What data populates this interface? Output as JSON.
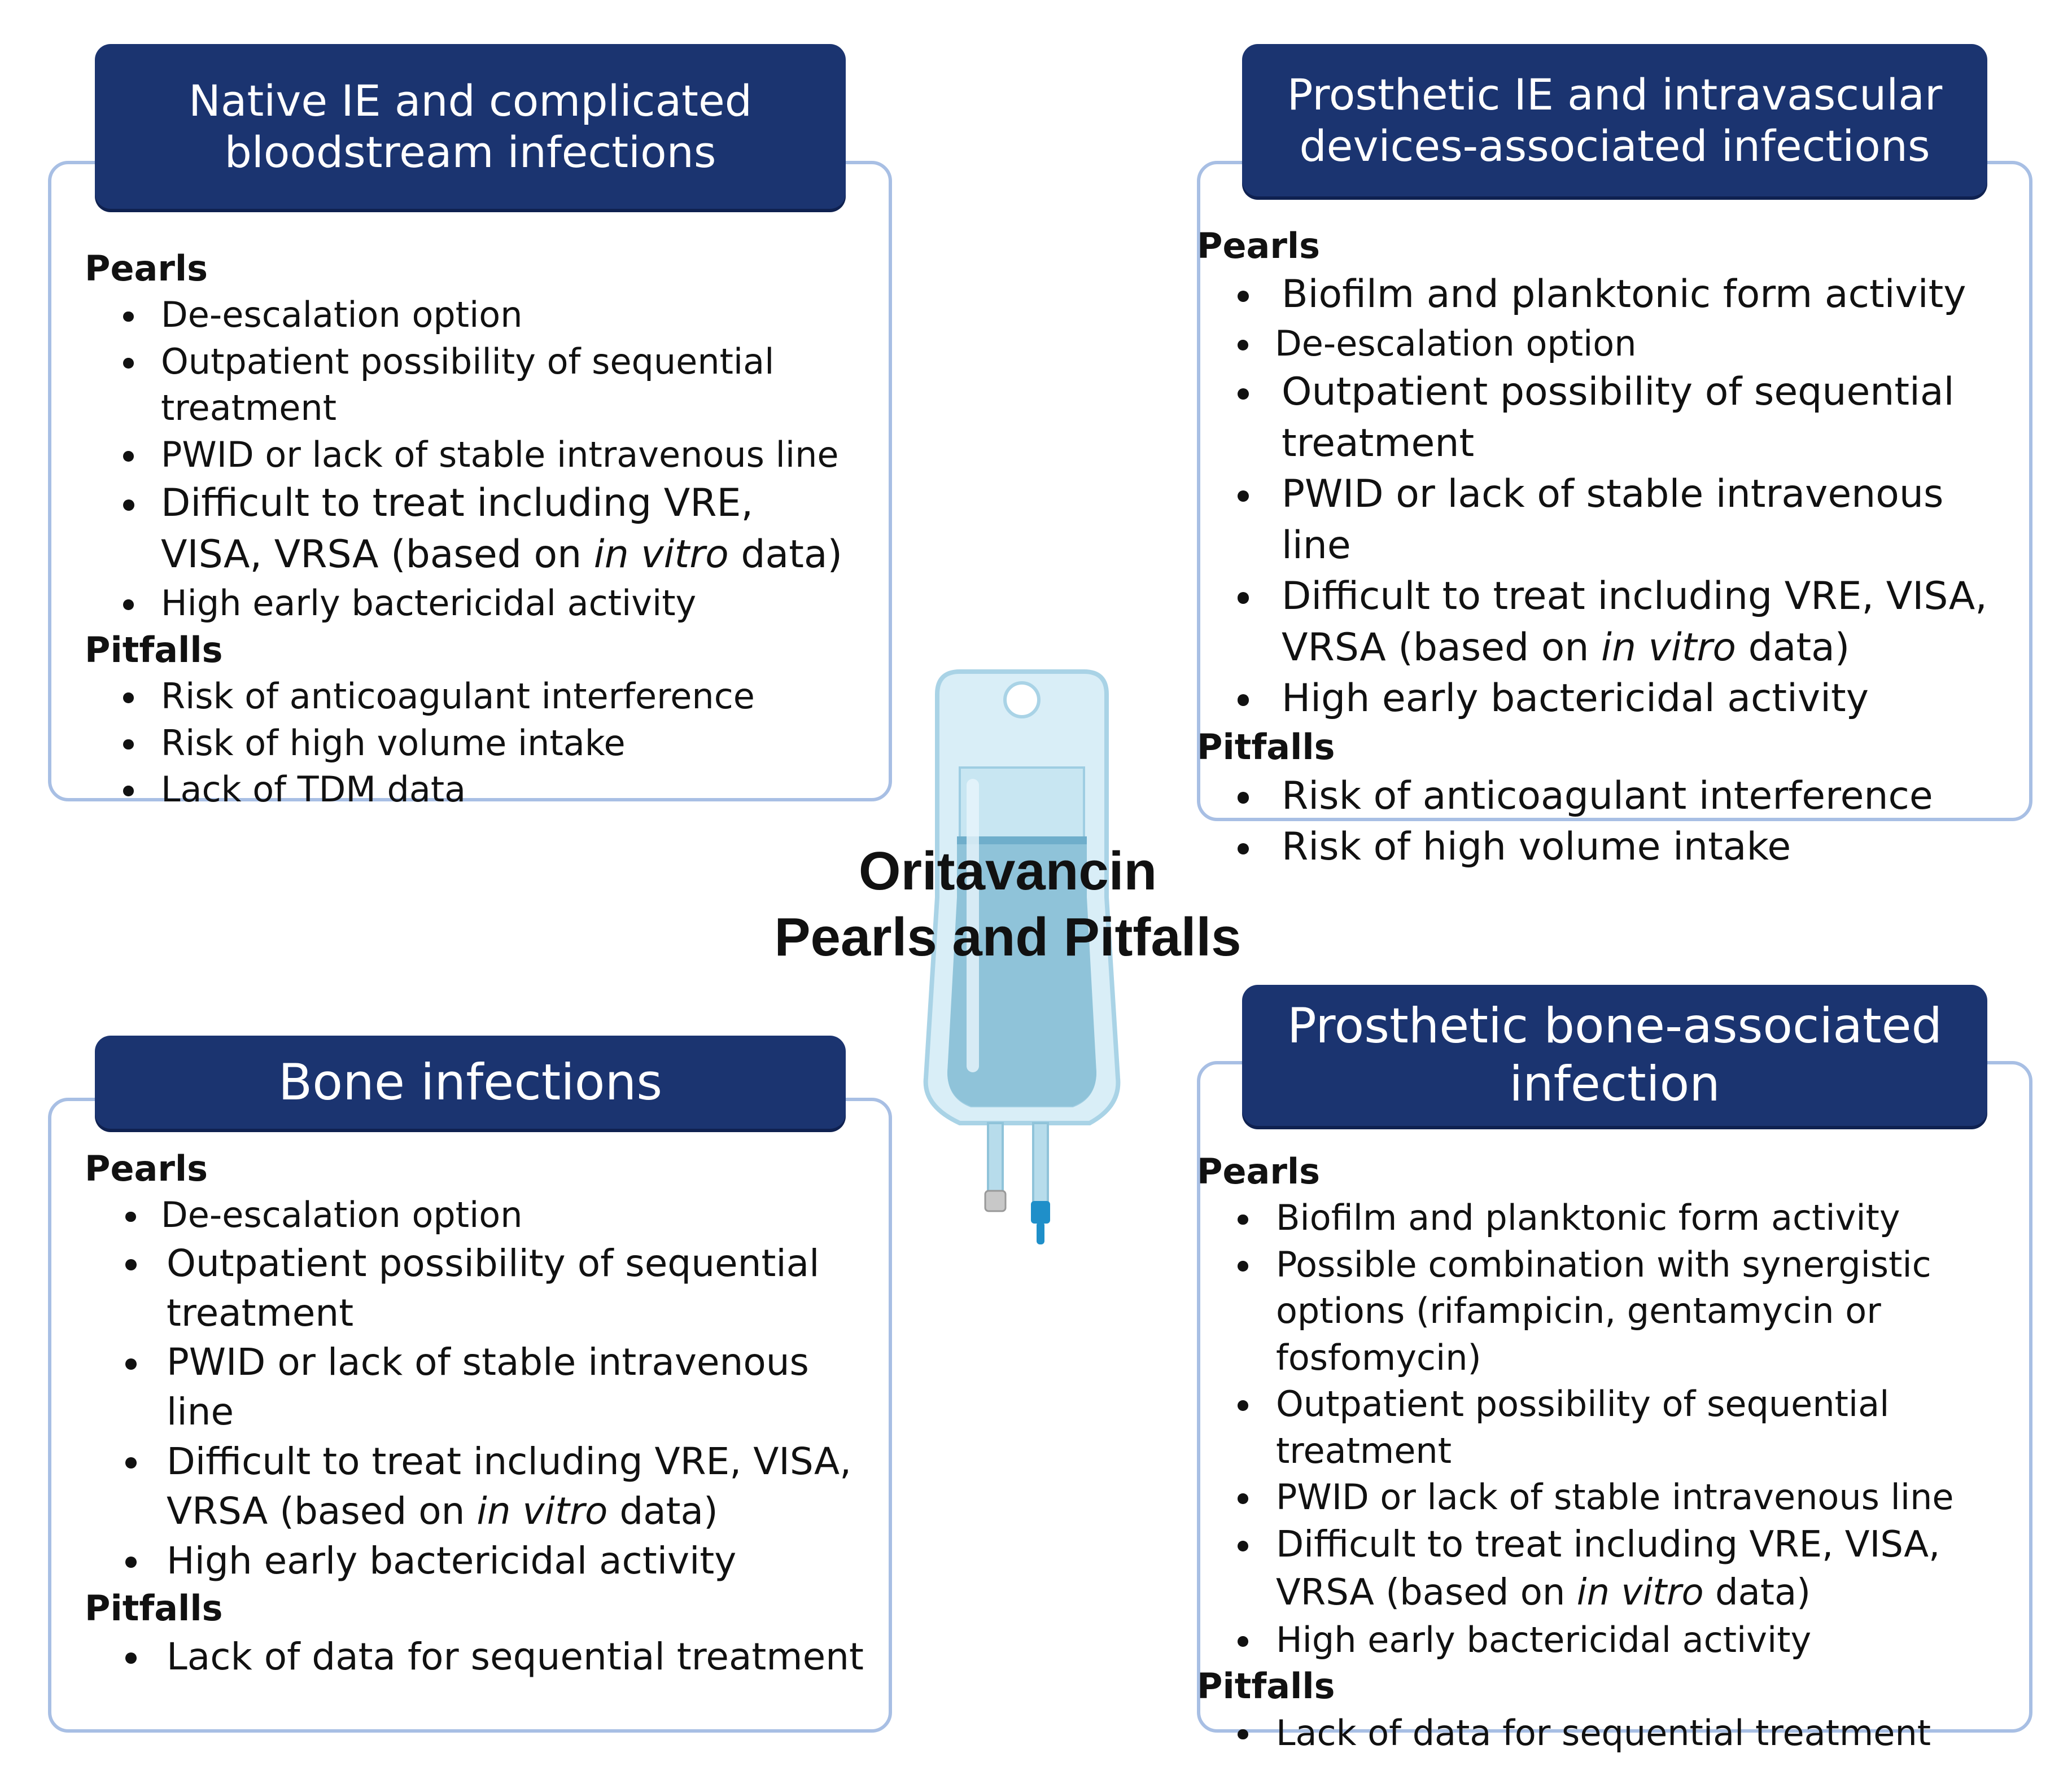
{
  "center": {
    "title_line1": "Oritavancin",
    "title_line2": "Pearls and Pitfalls"
  },
  "quadrants": {
    "top_left": {
      "title": "Native IE and complicated\nbloodstream infections",
      "pearls_label": "Pearls",
      "pearls": [
        "De-escalation option",
        "Outpatient possibility of sequential treatment",
        "PWID or lack of stable intravenous line",
        "Difficult to treat including VRE, VISA, VRSA (based on ",
        "High early bactericidal activity"
      ],
      "in_vitro": "in vitro",
      "data_suffix": " data)",
      "pitfalls_label": "Pitfalls",
      "pitfalls": [
        "Risk of anticoagulant interference",
        "Risk of high volume intake",
        "Lack of TDM data"
      ]
    },
    "top_right": {
      "title": "Prosthetic IE and intravascular\ndevices-associated infections",
      "pearls_label": "Pearls",
      "pearls": [
        "Biofilm and planktonic form activity",
        "De-escalation option",
        "Outpatient possibility of sequential treatment",
        "PWID or lack of stable intravenous line",
        "Difficult to treat including VRE, VISA, VRSA (based on ",
        "High early bactericidal activity"
      ],
      "in_vitro": "in vitro",
      "data_suffix": " data)",
      "pitfalls_label": "Pitfalls",
      "pitfalls": [
        "Risk of anticoagulant interference",
        "Risk of high volume intake"
      ]
    },
    "bottom_left": {
      "title": "Bone infections",
      "pearls_label": "Pearls",
      "pearls": [
        "De-escalation option",
        "Outpatient possibility of sequential treatment",
        "PWID or lack of stable intravenous line",
        "Difficult to treat including VRE, VISA, VRSA (based on ",
        "High early bactericidal activity"
      ],
      "in_vitro": "in vitro",
      "data_suffix": " data)",
      "pitfalls_label": "Pitfalls",
      "pitfalls": [
        "Lack of data for sequential treatment"
      ]
    },
    "bottom_right": {
      "title": "Prosthetic bone-associated\ninfection",
      "pearls_label": "Pearls",
      "pearls": [
        "Biofilm and planktonic form activity",
        "Possible combination with synergistic options (rifampicin, gentamycin or fosfomycin)",
        "Outpatient possibility of sequential treatment",
        "PWID or lack of stable intravenous line",
        "Difficult to treat including VRE, VISA, VRSA (based on ",
        "High early bactericidal activity"
      ],
      "in_vitro": "in vitro",
      "data_suffix": " data)",
      "pitfalls_label": "Pitfalls",
      "pitfalls": [
        "Lack of data for sequential treatment"
      ]
    }
  },
  "colors": {
    "header_bg": "#1b3470",
    "panel_border": "#a8bfe4",
    "bag_liquid": "#8fc3d9"
  }
}
